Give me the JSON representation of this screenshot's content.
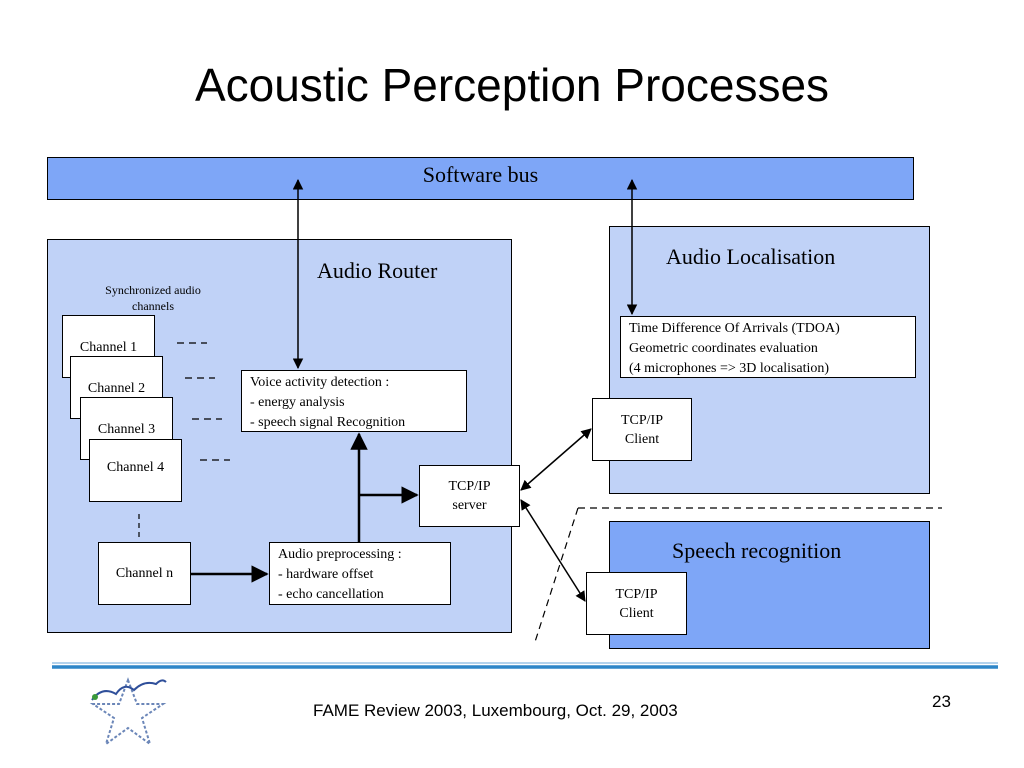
{
  "slide": {
    "title": "Acoustic Perception Processes",
    "footer": "FAME Review 2003, Luxembourg, Oct. 29, 2003",
    "page_number": "23"
  },
  "diagram": {
    "software_bus": "Software bus",
    "audio_router": {
      "title": "Audio Router",
      "sync_caption_line1": "Synchronized audio",
      "sync_caption_line2": "channels",
      "channels": [
        "Channel 1",
        "Channel 2",
        "Channel 3",
        "Channel 4"
      ],
      "channel_n": "Channel n",
      "vad": {
        "line1": "Voice activity detection :",
        "line2": "- energy analysis",
        "line3": "- speech signal Recognition"
      },
      "preproc": {
        "line1": "Audio preprocessing :",
        "line2": "- hardware offset",
        "line3": "- echo cancellation"
      },
      "tcp_server": {
        "line1": "TCP/IP",
        "line2": "server"
      }
    },
    "audio_localisation": {
      "title": "Audio Localisation",
      "tdoa": {
        "line1": "Time Difference Of Arrivals (TDOA)",
        "line2": "Geometric coordinates evaluation",
        "line3": "(4 microphones => 3D localisation)"
      },
      "tcp_client": {
        "line1": "TCP/IP",
        "line2": "Client"
      }
    },
    "speech_recognition": {
      "title": "Speech recognition",
      "tcp_client": {
        "line1": "TCP/IP",
        "line2": "Client"
      }
    }
  }
}
